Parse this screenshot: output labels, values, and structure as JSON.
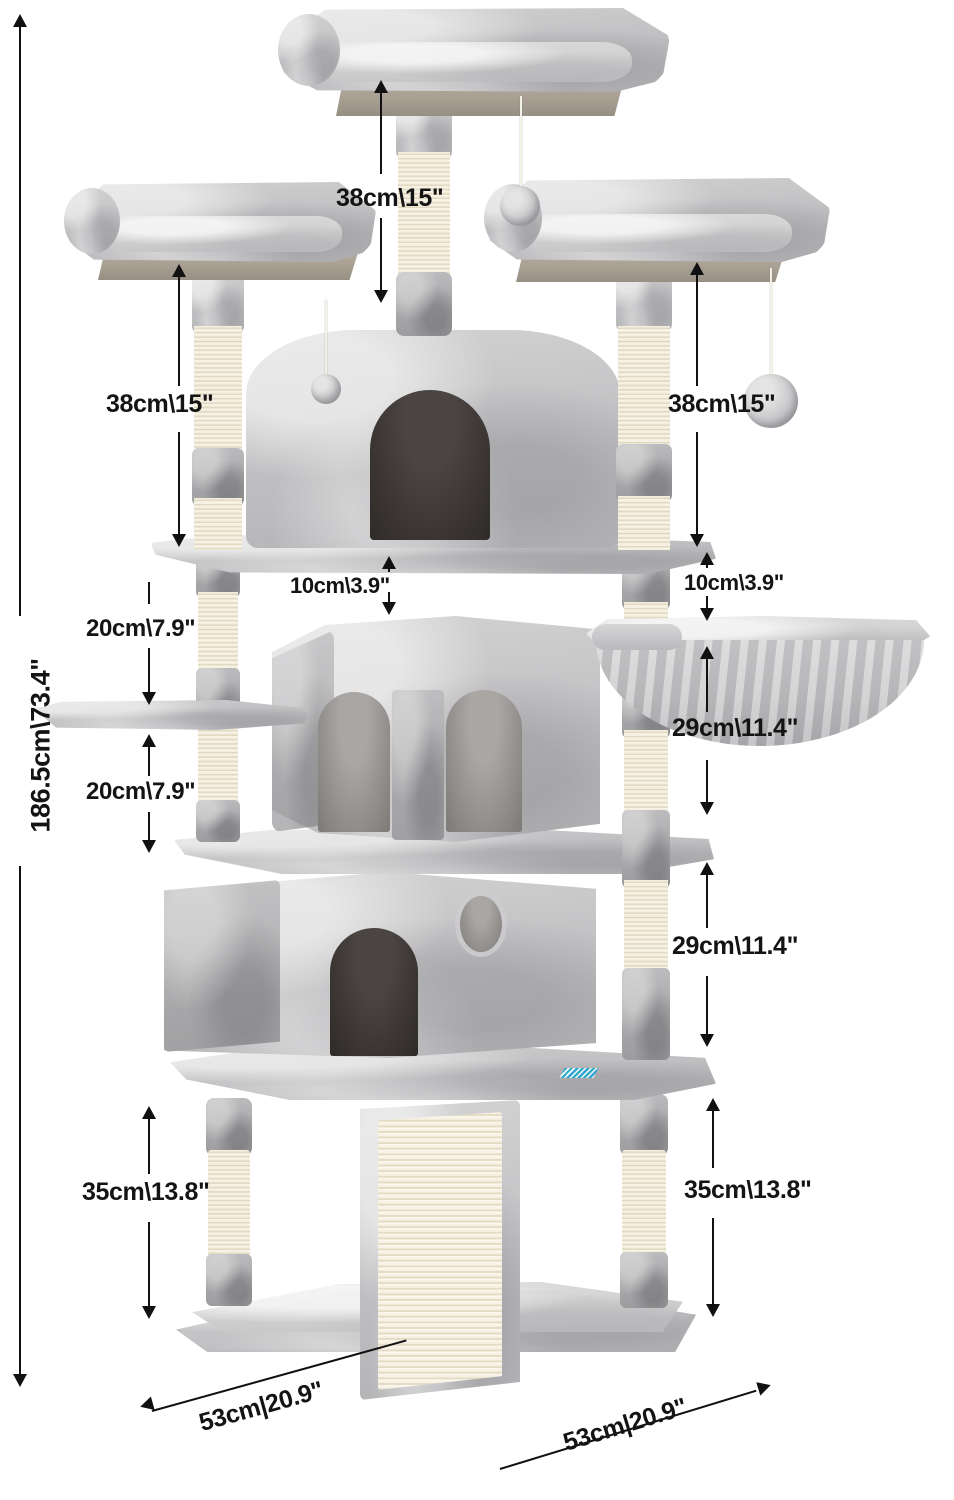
{
  "product": {
    "name": "Multi-level Cat Tree Tower",
    "colors": {
      "plush_light": "#d2d2d3",
      "plush_mid": "#c3c3c5",
      "plush_dark": "#9b9b9e",
      "sisal": "#f6f1e3",
      "board_tan": "#a89f92",
      "cave_dark": "#3a3532",
      "annotation": "#141414",
      "background": "#ffffff",
      "tag_blue": "#2aa6d8"
    }
  },
  "dimensions": {
    "total_height": "186.5cm\\73.4\"",
    "top_perch_height": "38cm\\15\"",
    "left_perch_height": "38cm\\15\"",
    "right_perch_height": "38cm\\15\"",
    "platform_thickness_left": "10cm\\3.9\"",
    "platform_thickness_right": "10cm\\3.9\"",
    "side_shelf_upper": "20cm\\7.9\"",
    "side_shelf_lower": "20cm\\7.9\"",
    "hammock_height": "29cm\\11.4\"",
    "condo_height": "29cm\\11.4\"",
    "base_post_left": "35cm\\13.8\"",
    "base_post_right": "35cm\\13.8\"",
    "base_width_left": "53cm|20.9\"",
    "base_width_right": "53cm|20.9\""
  },
  "parts": {
    "top_perch": "top-bolster-perch",
    "left_perch": "left-bolster-perch",
    "right_perch": "right-bolster-perch",
    "upper_condo": "upper-round-condo",
    "middle_condo": "middle-double-door-condo",
    "lower_condo": "lower-condo-with-peephole",
    "hammock": "hanging-basket-hammock",
    "side_shelf": "left-side-shelf",
    "base": "square-base-platform",
    "scratch_board": "center-sisal-scratch-board",
    "pompom_top": "dangling-pompom-toy-top",
    "pompom_right": "dangling-pompom-toy-right"
  }
}
